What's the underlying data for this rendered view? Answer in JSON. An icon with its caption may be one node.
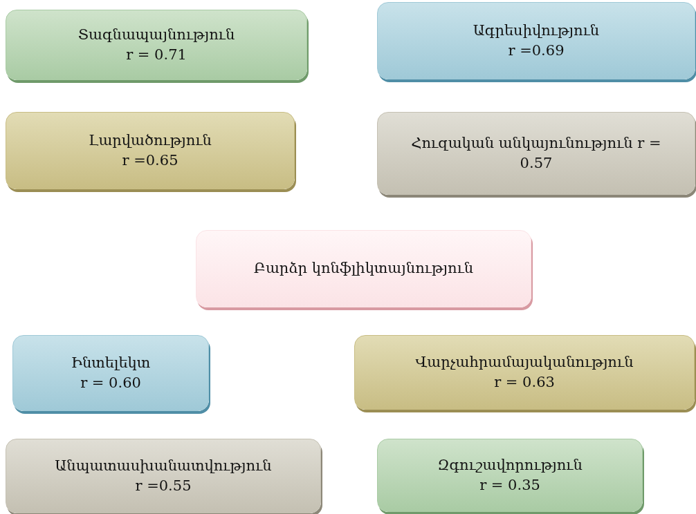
{
  "diagram": {
    "nodes": [
      {
        "text": [
          "Տագնապայնություն",
          "r = 0.71"
        ]
      },
      {
        "text": [
          "Ագրեսիվություն",
          "r =0.69"
        ]
      },
      {
        "text": [
          "Լարվածություն",
          "r =0.65"
        ]
      },
      {
        "text": [
          "Հուզական անկայունություն r = 0.57"
        ]
      },
      {
        "text": [
          "Բարձր կոնֆլիկտայնություն"
        ]
      },
      {
        "text": [
          "Ինտելեկտ",
          "r = 0.60"
        ]
      },
      {
        "text": [
          "Վարչահրամայականություն",
          "r = 0.63"
        ]
      },
      {
        "text": [
          "Անպատասխանատվություն",
          "r =0.55"
        ]
      },
      {
        "text": [
          "Զգուշավորություն",
          "r = 0.35"
        ]
      }
    ]
  }
}
